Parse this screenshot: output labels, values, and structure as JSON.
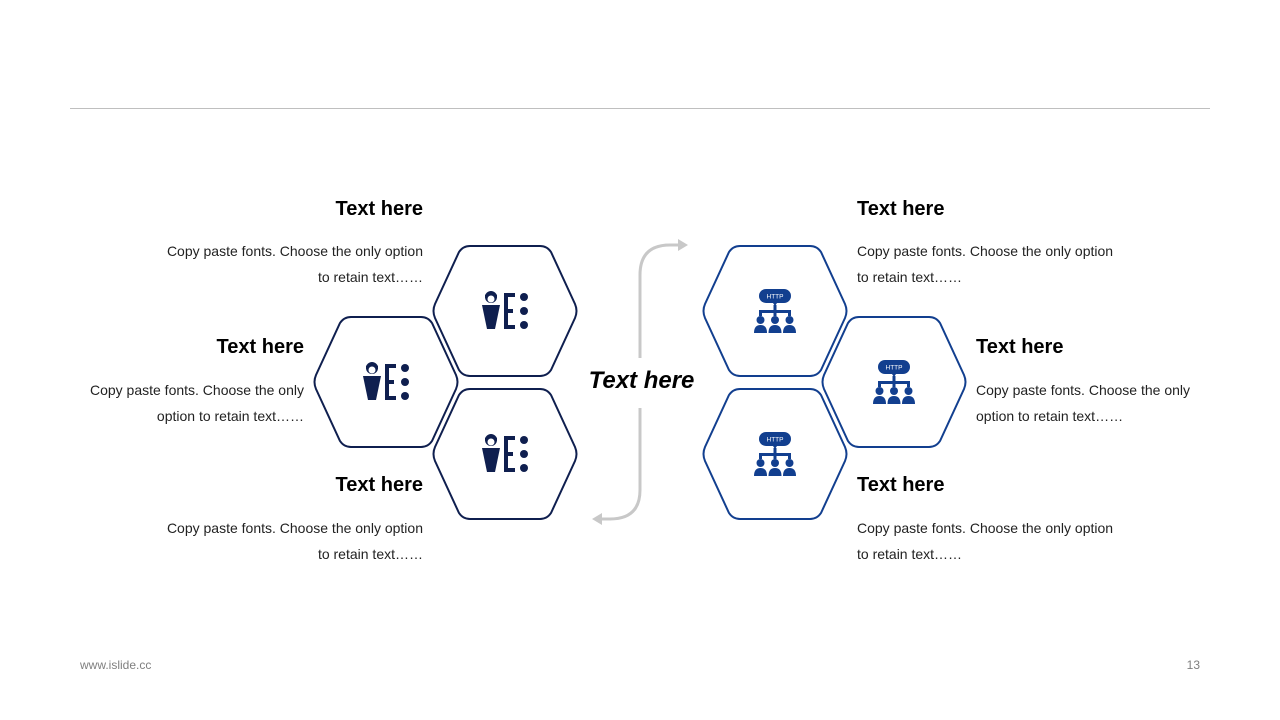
{
  "center_label": "Text here",
  "left_items": [
    {
      "title": "Text here",
      "line1": "Copy paste fonts. Choose the only option",
      "line2": "to retain text……"
    },
    {
      "title": "Text here",
      "line1": "Copy paste fonts. Choose the only",
      "line2": "option to retain text……"
    },
    {
      "title": "Text here",
      "line1": "Copy paste fonts. Choose the only option",
      "line2": "to retain text……"
    }
  ],
  "right_items": [
    {
      "title": "Text here",
      "line1": "Copy paste fonts. Choose the only option",
      "line2": "to retain text……"
    },
    {
      "title": "Text here",
      "line1": "Copy paste fonts. Choose the only",
      "line2": "option to retain text……"
    },
    {
      "title": "Text here",
      "line1": "Copy paste fonts. Choose the only option",
      "line2": "to retain text……"
    }
  ],
  "http_label": "HTTP",
  "footer": {
    "url": "www.islide.cc",
    "page": "13"
  },
  "colors": {
    "left_hex": "#0f1f4f",
    "right_hex": "#123f8f",
    "arrow": "#c8c8c8",
    "rule": "#bfbfbf"
  },
  "icons": {
    "left": "person-list-icon",
    "right": "http-network-icon"
  }
}
